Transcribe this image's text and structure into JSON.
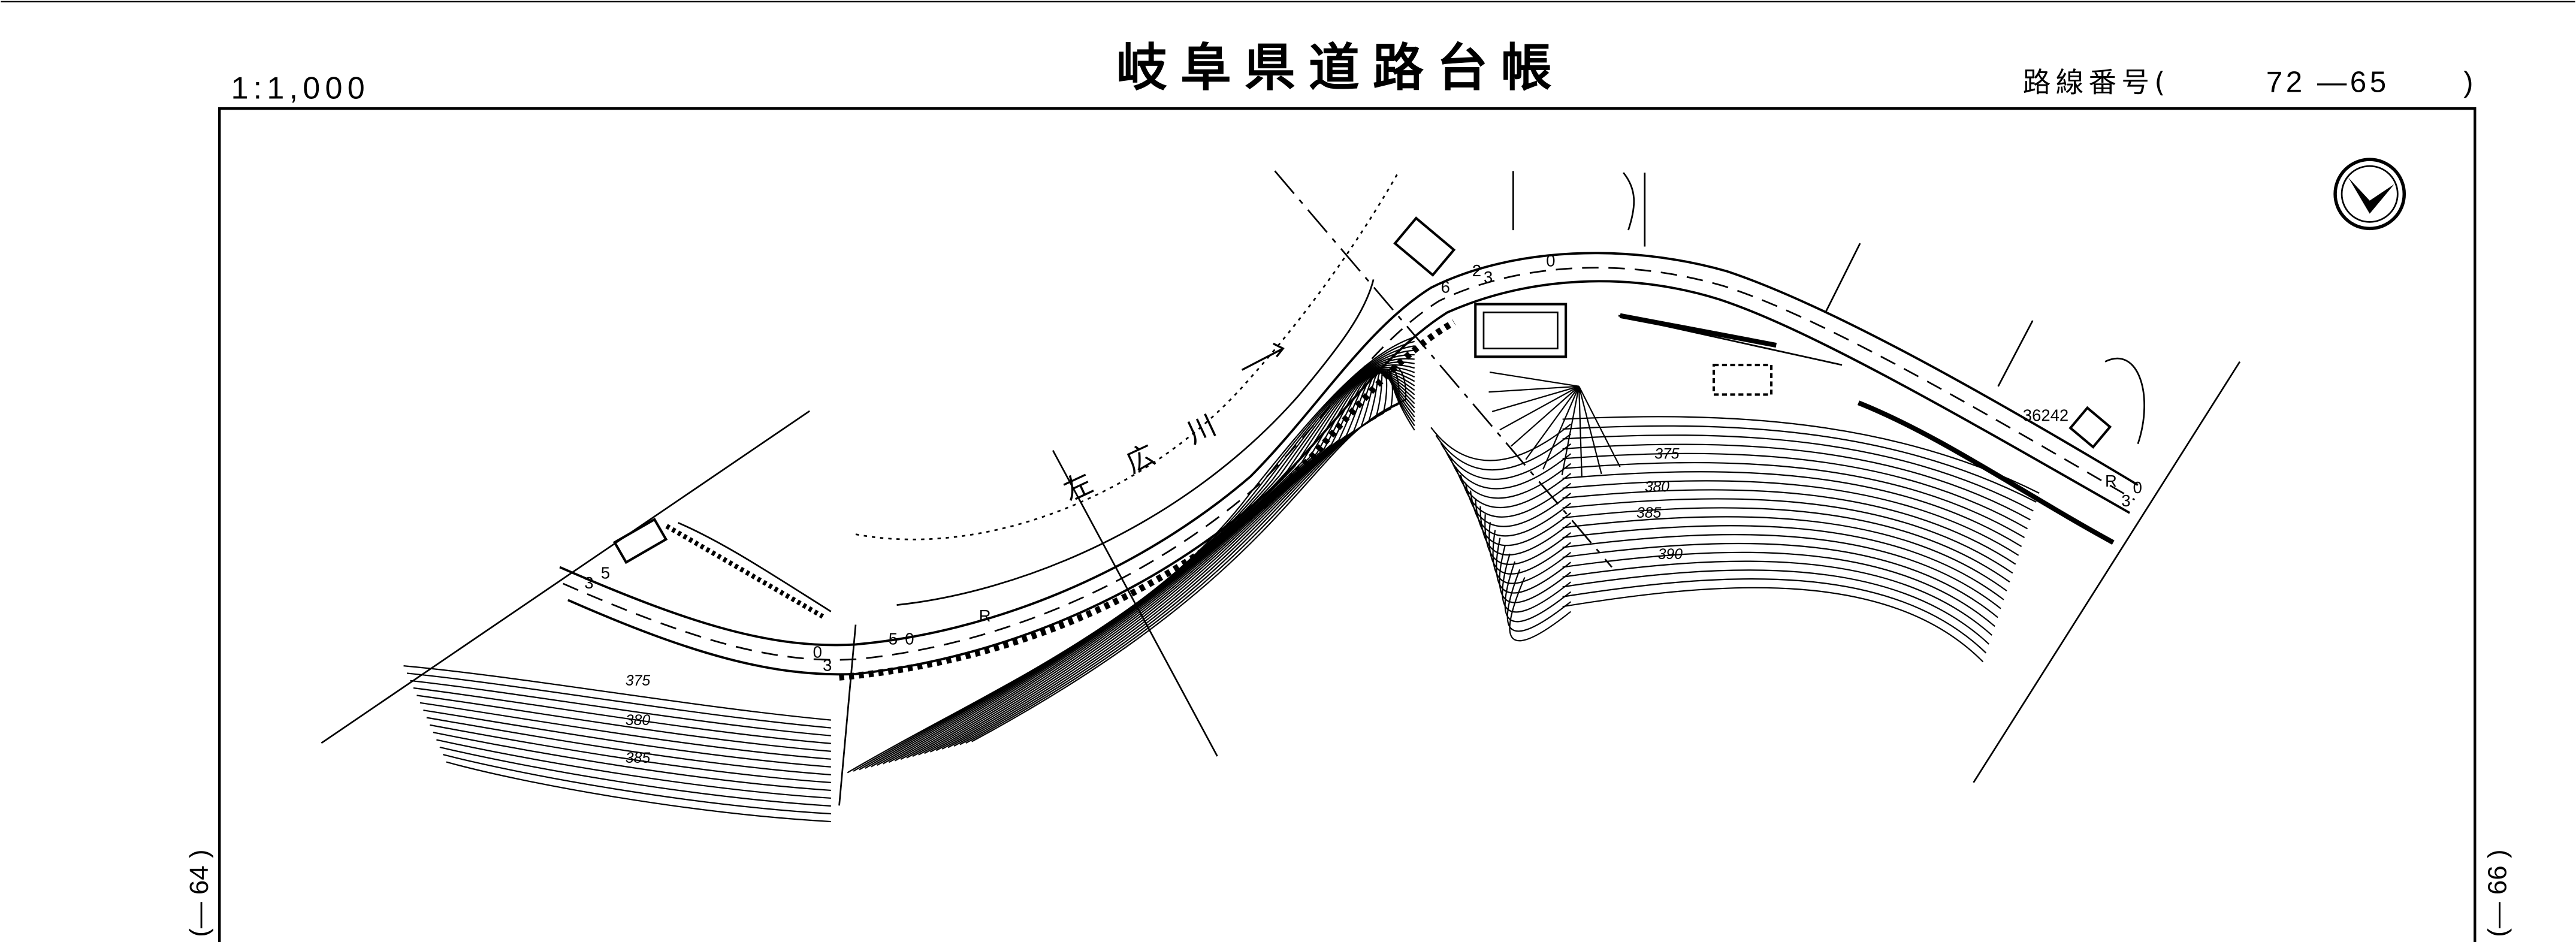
{
  "header": {
    "scale": "1:1,000",
    "title": "岐阜県道路台帳",
    "route_label": "路線番号(",
    "route_number": "72 —65",
    "route_close": ")"
  },
  "sheet_links": {
    "left": "(— 64 )",
    "right": "(— 66 )"
  },
  "map": {
    "river_label": [
      "左",
      "広",
      "川"
    ],
    "benchmark": "36242",
    "contours_left": [
      "375",
      "380",
      "385"
    ],
    "contours_right": [
      "375",
      "380",
      "385",
      "390"
    ],
    "road_marks": [
      "3",
      "5",
      "0",
      "3",
      "5",
      "0",
      "6",
      "2",
      "3",
      "0",
      "3",
      "0",
      "R",
      "R"
    ],
    "north_arrow_icon": "north-arrow-icon"
  }
}
